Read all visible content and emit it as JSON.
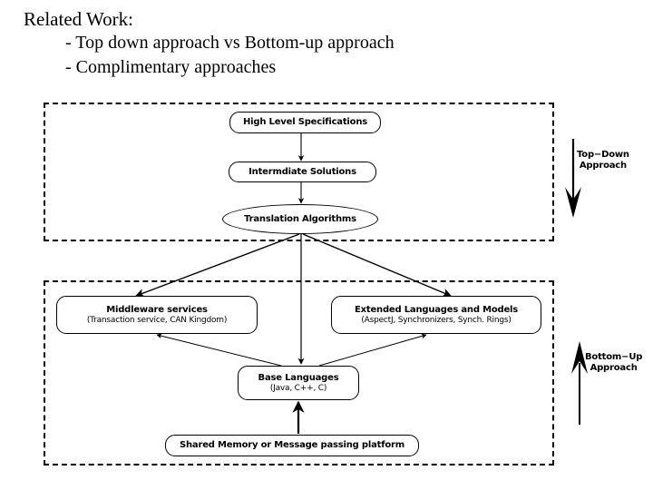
{
  "slide": {
    "heading": {
      "title": "Related Work:",
      "bullets": [
        "- Top down approach vs Bottom-up approach",
        "- Complimentary approaches"
      ]
    },
    "colors": {
      "background": "#ffffff",
      "ink": "#000000",
      "region_border": "#000000",
      "node_border": "#000000"
    },
    "regions": [
      {
        "name": "top-down-region",
        "style": "dashed"
      },
      {
        "name": "bottom-up-region",
        "style": "dashed"
      }
    ],
    "nodes": {
      "high_level_specifications": {
        "line1": "High Level Specifications",
        "line2": "",
        "shape": "rounded-rect"
      },
      "intermediate_solutions": {
        "line1": "Intermdiate Solutions",
        "line2": "",
        "shape": "rounded-rect"
      },
      "translation_algorithms": {
        "line1": "Translation Algorithms",
        "line2": "",
        "shape": "ellipse"
      },
      "middleware_services": {
        "line1": "Middleware services",
        "line2": "(Transaction service, CAN Kingdom)",
        "shape": "rounded-rect"
      },
      "extended_languages": {
        "line1": "Extended Languages and Models",
        "line2": "(AspectJ, Synchronizers, Synch. Rings)",
        "shape": "rounded-rect"
      },
      "base_languages": {
        "line1": "Base Languages",
        "line2": "(Java, C++, C)",
        "shape": "rounded-rect"
      },
      "shared_memory": {
        "line1": "Shared Memory or Message passing platform",
        "line2": "",
        "shape": "rounded-rect"
      }
    },
    "approach_labels": {
      "top_down": {
        "line1": "Top−Down",
        "line2": "Approach",
        "direction": "down"
      },
      "bottom_up": {
        "line1": "Bottom−Up",
        "line2": "Approach",
        "direction": "up"
      }
    }
  }
}
